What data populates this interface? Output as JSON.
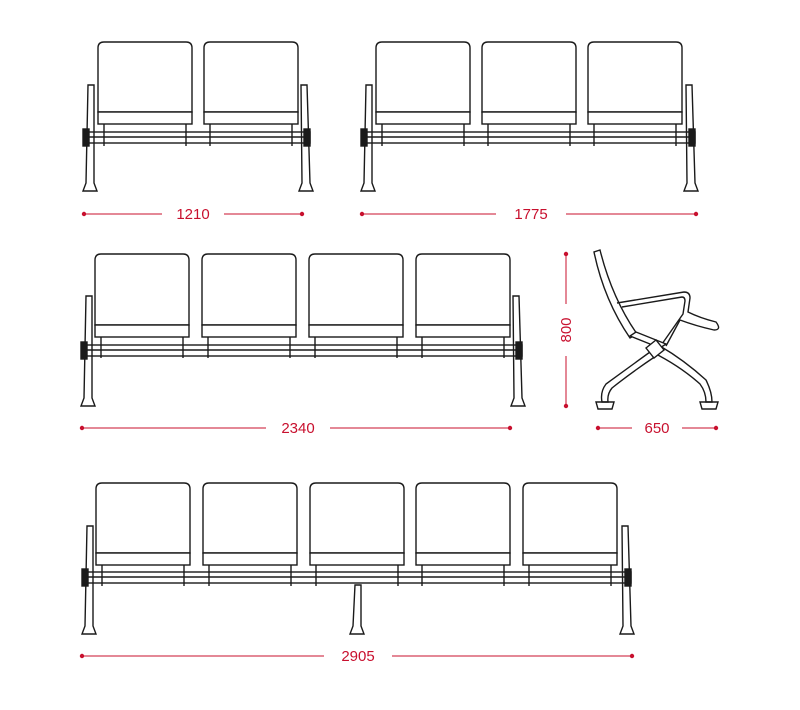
{
  "dimensions": {
    "two_seat_width": "1210",
    "three_seat_width": "1775",
    "four_seat_width": "2340",
    "five_seat_width": "2905",
    "side_height": "800",
    "side_depth": "650"
  },
  "colors": {
    "dimension_line": "#c8102e",
    "outline": "#1a1a1a",
    "seat_fill": "#ffffff"
  }
}
